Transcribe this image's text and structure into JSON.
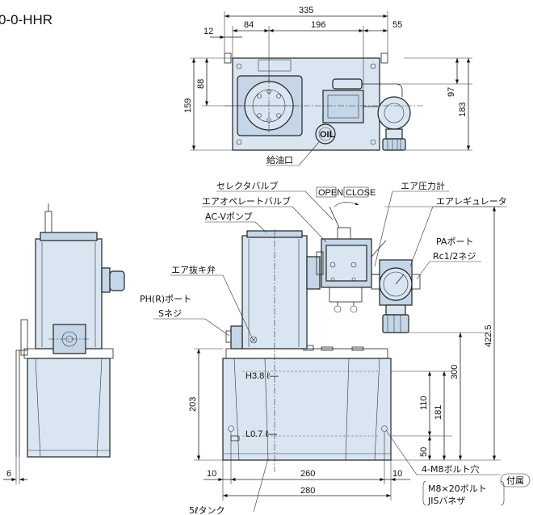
{
  "title": "0-0-HHR",
  "top_view": {
    "dims": {
      "overall": "335",
      "d12": "12",
      "d84": "84",
      "d196": "196",
      "d55": "55",
      "d88": "88",
      "d159": "159",
      "d97": "97",
      "d183": "183"
    },
    "labels": {
      "oil": "OIL",
      "filler": "給油口"
    }
  },
  "front_view": {
    "labels": {
      "selector_valve": "セレクタバルブ",
      "air_operated_valve": "エアオペレートバルブ",
      "pump": "AC-Vポンプ",
      "open": "OPEN",
      "close": "CLOSE",
      "pressure_gauge": "エア圧力計",
      "air_regulator": "エアレギュレータ",
      "pa_port": "PAポート",
      "pa_thread": "Rc1/2ネジ",
      "vent_valve": "エア抜キ弁",
      "ph_port": "PH(R)ポート",
      "ph_thread": "Sネジ",
      "h_level": "H3.8 ℓ—",
      "l_level": "L0.7 ℓ—",
      "bolt_holes": "4-M8ボルト穴",
      "accessory": "付属",
      "bolt_spec": "M8×20ボルト",
      "washer_spec": "JISバネザ",
      "tank": "5ℓタンク"
    },
    "dims": {
      "d203": "203",
      "d422_5": "422.5",
      "d300": "300",
      "d181": "181",
      "d110": "110",
      "d50": "50",
      "d10a": "10",
      "d260": "260",
      "d10b": "10",
      "d280": "280"
    }
  },
  "side_view": {
    "dims": {
      "d6": "6"
    }
  }
}
